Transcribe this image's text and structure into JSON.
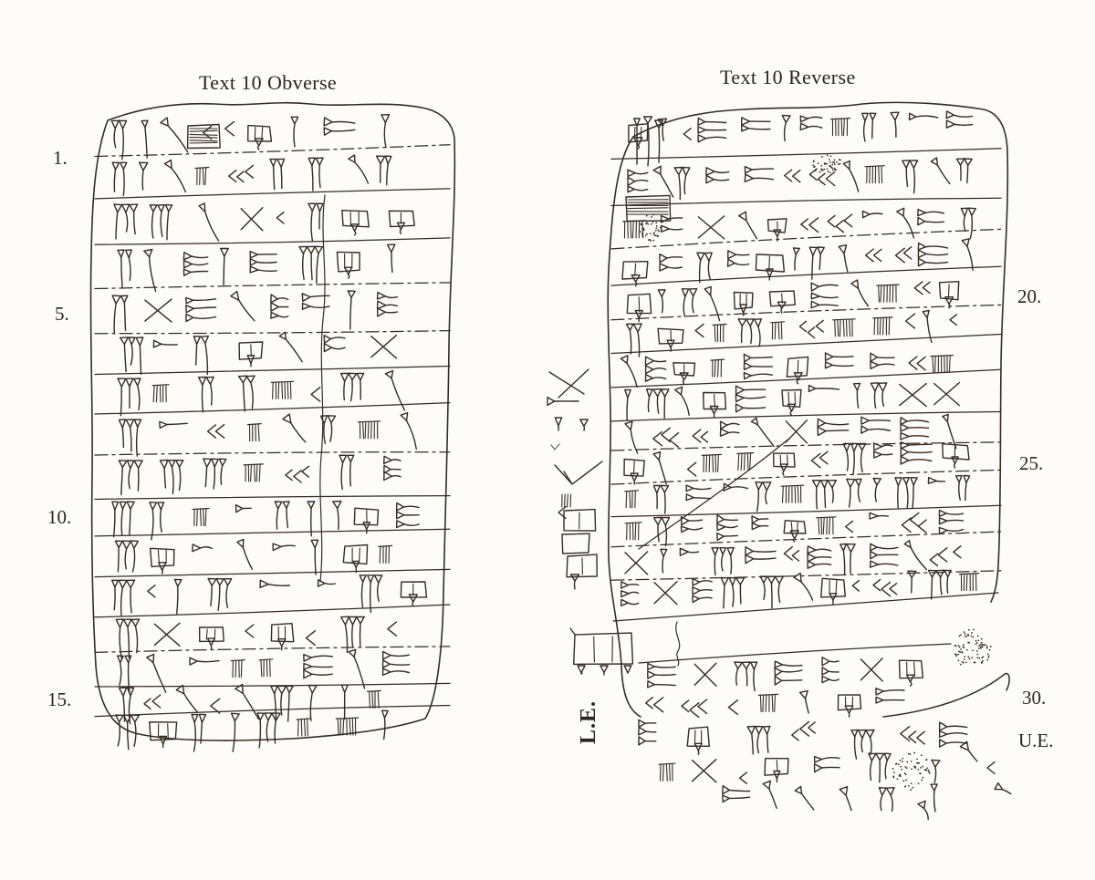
{
  "figure": {
    "obverse": {
      "title": "Text 10 Obverse",
      "line_labels": [
        "1.",
        "5.",
        "10.",
        "15."
      ]
    },
    "reverse": {
      "title": "Text 10 Reverse",
      "line_labels": [
        "20.",
        "25.",
        "30."
      ]
    },
    "left_edge_label": "L.E.",
    "upper_edge_label": "U.E.",
    "ink_color": "#362c24",
    "paper_color": "#fdfcf8"
  }
}
